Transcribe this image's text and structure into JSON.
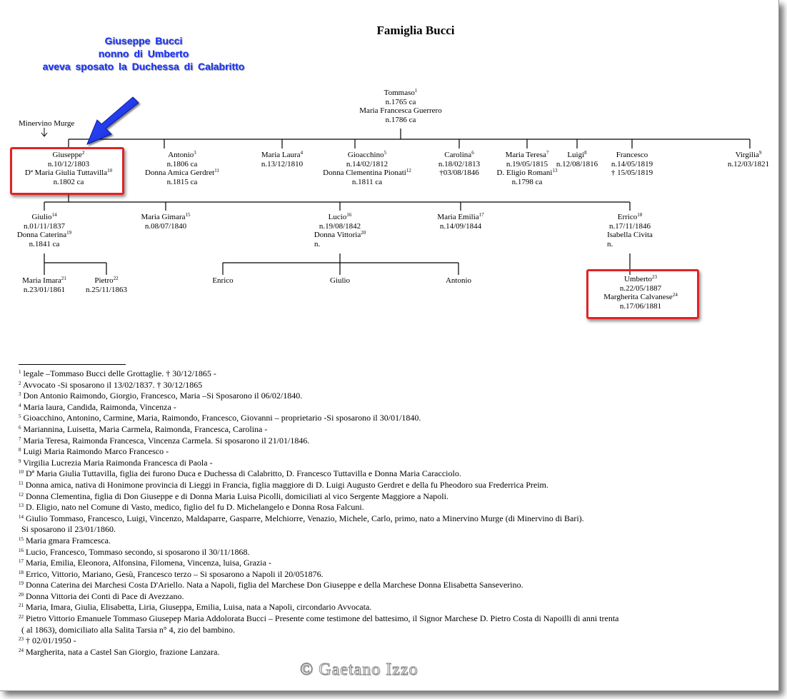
{
  "title": "Famiglia Bucci",
  "note": {
    "line1": "Giuseppe  Bucci",
    "line2": "nonno  di  Umberto",
    "line3": "aveva  sposato  la  Duchessa  di  Calabritto"
  },
  "place": "Minervino Murge",
  "people": {
    "tommaso": {
      "name": "Tommaso",
      "sup": "1",
      "lines": [
        "n.1765 ca",
        "Maria Francesca Guerrero",
        "n.1786 ca"
      ]
    },
    "giuseppe": {
      "name": "Giuseppe",
      "sup": "2",
      "l1": "n.10/12/1803",
      "spouse": "Dª Maria Giulia Tuttavilla",
      "spouse_sup": "10",
      "l3": "n.1802 ca"
    },
    "antonio": {
      "name": "Antonio",
      "sup": "3",
      "l1": "n.1806 ca",
      "spouse": "Donna Amica Gerdret",
      "spouse_sup": "11",
      "l3": "n.1815 ca"
    },
    "maria_laura": {
      "name": "Maria Laura",
      "sup": "4",
      "l1": "n.13/12/1810"
    },
    "gioacchino": {
      "name": "Gioacchino",
      "sup": "5",
      "l1": "n.14/02/1812",
      "spouse": "Donna Clementina Pionati",
      "spouse_sup": "12",
      "l3": "n.1811 ca"
    },
    "carolina": {
      "name": "Carolina",
      "sup": "6",
      "l1": "n.18/02/1813",
      "l2": "†03/08/1846"
    },
    "maria_teresa": {
      "name": "Maria Teresa",
      "sup": "7",
      "l1": "n.19/05/1815",
      "spouse": "D. Eligio Romani",
      "spouse_sup": "13",
      "l3": "n.1798 ca"
    },
    "luigi": {
      "name": "Luigi",
      "sup": "8",
      "l1": "n.12/08/1816"
    },
    "francesco": {
      "name": "Francesco",
      "l1": "n.14/05/1819",
      "l2": "† 15/05/1819"
    },
    "virgilia": {
      "name": "Virgilia",
      "sup": "9",
      "l1": "n.12/03/1821"
    },
    "giulio": {
      "name": "Giulio",
      "sup": "14",
      "l1": "n.01/11/1837",
      "spouse": "Donna Caterina",
      "spouse_sup": "19",
      "l3": "n.1841 ca"
    },
    "maria_gimara": {
      "name": "Maria Gimara",
      "sup": "15",
      "l1": "n.08/07/1840"
    },
    "lucio": {
      "name": "Lucio",
      "sup": "16",
      "l1": "n.19/08/1842",
      "spouse": "Donna Vittoria",
      "spouse_sup": "20",
      "l3": "n."
    },
    "maria_emilia": {
      "name": "Maria Emilia",
      "sup": "17",
      "l1": "n.14/09/1844"
    },
    "errico": {
      "name": "Errico",
      "sup": "18",
      "l1": "n.17/11/1846",
      "l2": "Isabella Civita",
      "l3": "n."
    },
    "maria_imara": {
      "name": "Maria Imara",
      "sup": "21",
      "l1": "n.23/01/1861"
    },
    "pietro": {
      "name": "Pietro",
      "sup": "22",
      "l1": "n.25/11/1863"
    },
    "enrico": {
      "name": "Enrico"
    },
    "giulio2": {
      "name": "Giulio"
    },
    "antonio2": {
      "name": "Antonio"
    },
    "umberto": {
      "name": "Umberto",
      "sup": "23",
      "l1": "n.22/05/1887",
      "spouse": "Margherita Calvanese",
      "spouse_sup": "24",
      "l3": "n.17/06/1881"
    }
  },
  "footnotes": [
    {
      "n": "1",
      "text": "legale –Tommaso Bucci delle Grottaglie. † 30/12/1865 -"
    },
    {
      "n": "2",
      "text": "Avvocato -Si sposarono il 13/02/1837. † 30/12/1865"
    },
    {
      "n": "3",
      "text": "Don Antonio Raimondo, Giorgio, Francesco, Maria –Si Sposarono il 06/02/1840."
    },
    {
      "n": "4",
      "text": "Maria laura, Candida, Raimonda, Vincenza -"
    },
    {
      "n": "5",
      "text": "Gioacchino, Antonino, Carmine, Maria, Raimondo, Francesco, Giovanni – proprietario -Si sposarono il 30/01/1840."
    },
    {
      "n": "6",
      "text": "Mariannina, Luisetta, Maria Carmela, Raimonda, Francesca, Carolina -"
    },
    {
      "n": "7",
      "text": "Maria Teresa, Raimonda Francesca, Vincenza Carmela. Si sposarono il 21/01/1846."
    },
    {
      "n": "8",
      "text": "Luigi Maria Raimondo Marco Francesco -"
    },
    {
      "n": "9",
      "text": "Virgilia Lucrezia Maria Raimonda Francesca di Paola -"
    },
    {
      "n": "10",
      "text": "Dª Maria Giulia Tuttavilla, figlia dei furono Duca e Duchessa di Calabritto, D. Francesco Tuttavilla e Donna Maria Caracciolo."
    },
    {
      "n": "11",
      "text": "Donna amica, nativa di Honimone provincia di Lieggi in Francia, figlia maggiore di D. Luigi Augusto Gerdret e della fu Pheodoro sua Frederrica Preim."
    },
    {
      "n": "12",
      "text": "Donna Clementina, figlia di Don Giuseppe e di Donna Maria Luisa Picolli, domiciliati al vico Sergente Maggiore a Napoli."
    },
    {
      "n": "13",
      "text": "D. Eligio, nato nel Comune di Vasto, medico, figlio del fu D. Michelangelo e Donna Rosa Falcuni."
    },
    {
      "n": "14",
      "text": " Giulio Tommaso, Francesco, Luigi, Vincenzo, Maldaparre, Gasparre, Melchiorre, Venazio, Michele, Carlo, primo, nato a Minervino Murge (di Minervino di Bari).",
      "cont": "Si sposarono il 23/01/1860."
    },
    {
      "n": "15",
      "text": "Maria gmara Framcesca."
    },
    {
      "n": "16",
      "text": "Lucio, Francesco, Tommaso secondo, si sposarono il 30/11/1868."
    },
    {
      "n": "17",
      "text": "Maria, Emilia, Eleonora, Alfonsina, Filomena, Vincenza, luisa, Grazia -"
    },
    {
      "n": "18",
      "text": "Errico, Vittorio, Mariano, Gesù, Francesco terzo – Si sposarono a Napoli il 20/051876."
    },
    {
      "n": "19",
      "text": "Donna Caterina dei Marchesi Costa D'Ariello. Nata a Napoli, figlia del Marchese Don Giuseppe e della Marchese Donna Elisabetta Sanseverino."
    },
    {
      "n": "20",
      "text": "Donna Vittoria dei Conti di Pace di Avezzano."
    },
    {
      "n": "21",
      "text": "Maria, Imara, Giulia, Elisabetta, Liria, Giuseppa, Emilia, Luisa, nata a Napoli, circondario Avvocata."
    },
    {
      "n": "22",
      "text": "Pietro Vittorio Emanuele Tommaso Giusepep Maria Addolorata Bucci – Presente come testimone del battesimo, il Signor Marchese D. Pietro Costa di Napoilli di anni trenta",
      "cont": "( al 1863), domiciliato alla Salita Tarsia n° 4, zio del bambino."
    },
    {
      "n": "23",
      "text": "† 02/01/1950 -"
    },
    {
      "n": "24",
      "text": "Margherita, nata a Castel San Giorgio, frazione Lanzara."
    }
  ],
  "copyright": "© Gaetano Izzo",
  "colors": {
    "note": "#1533ff",
    "highlight": "#e02424",
    "arrow": "#1a35ff"
  }
}
